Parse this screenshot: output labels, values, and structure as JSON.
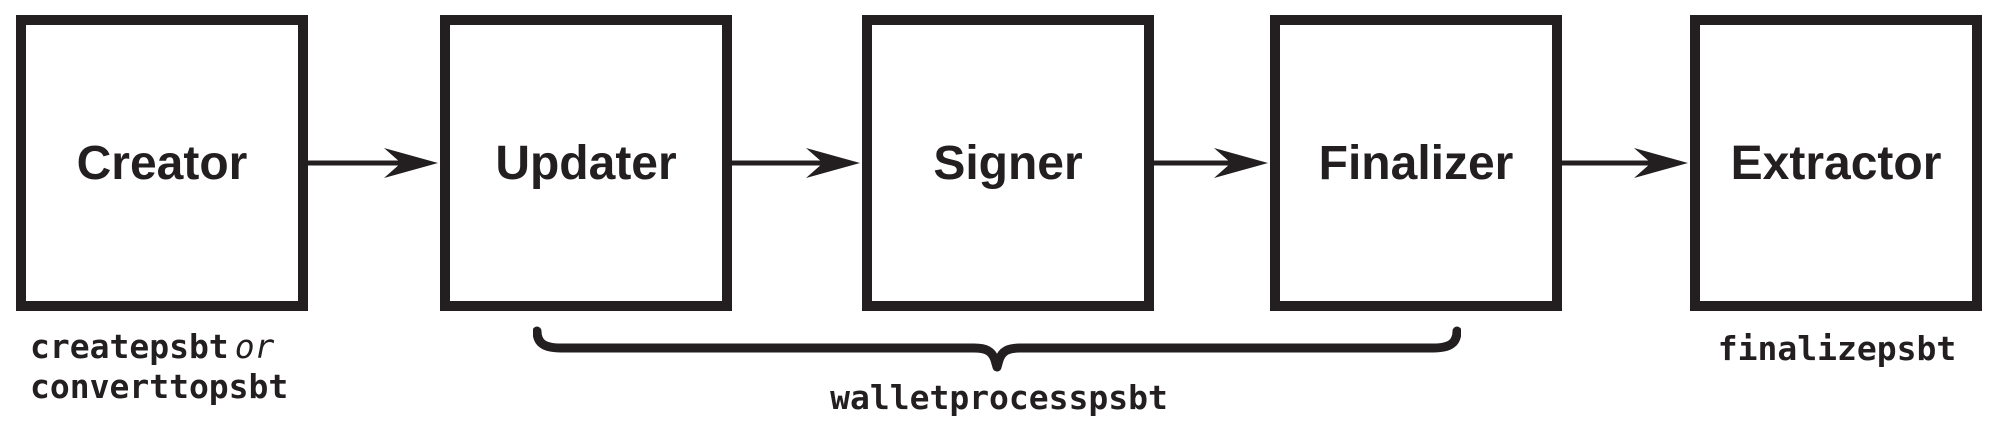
{
  "colors": {
    "ink": "#231f20",
    "background": "#ffffff"
  },
  "diagram": {
    "type": "flowchart",
    "boxes": [
      {
        "label": "Creator"
      },
      {
        "label": "Updater"
      },
      {
        "label": "Signer"
      },
      {
        "label": "Finalizer"
      },
      {
        "label": "Extractor"
      }
    ],
    "flow": "Creator -> Updater -> Signer -> Finalizer -> Extractor",
    "captions": {
      "creator": {
        "code1": "createpsbt",
        "conjunction": "or",
        "code2": "converttopsbt"
      },
      "group": {
        "code": "walletprocesspsbt",
        "spans": "Updater, Signer, Finalizer"
      },
      "extractor": {
        "code": "finalizepsbt"
      }
    }
  }
}
